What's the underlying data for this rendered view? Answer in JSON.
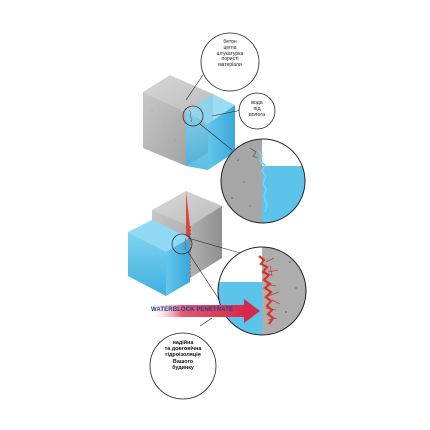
{
  "callouts": {
    "materials": [
      "бетон",
      "цегла",
      "штукатурка",
      "пористі",
      "матеріали"
    ],
    "water": [
      "вода",
      "під",
      "волога"
    ],
    "result": [
      "надійна",
      "та довговічна",
      "гідроізоляція",
      "Вашого",
      "будинку"
    ]
  },
  "brand": {
    "label": "WATERBLOCK PENETRATE"
  },
  "colors": {
    "concrete_light": "#c9c9c9",
    "concrete_mid": "#a9a9a9",
    "concrete_dark": "#8b8b8b",
    "water": "#5cc3ea",
    "water_dark": "#37a7d6",
    "treatment_red": "#d9342b",
    "label_blue": "#1f3f9a"
  },
  "icons": [
    "magnifier-circle-icon",
    "crack-detail-icon",
    "crystal-growth-icon",
    "arrow-right-icon"
  ]
}
